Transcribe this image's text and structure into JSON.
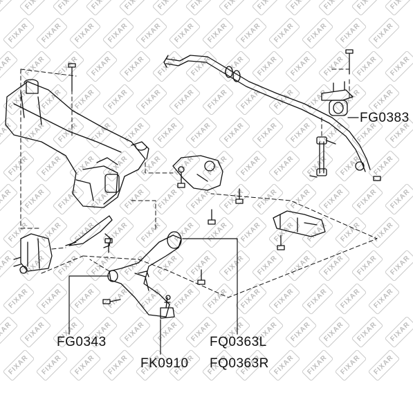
{
  "watermark": {
    "text": "FIXAR"
  },
  "labels": {
    "fg0383": "FG0383",
    "fg0343": "FG0343",
    "fk0910": "FK0910",
    "fq0363l": "FQ0363L",
    "fq0363r": "FQ0363R"
  },
  "colors": {
    "line": "#111111",
    "watermark": "#c9c9c9"
  }
}
